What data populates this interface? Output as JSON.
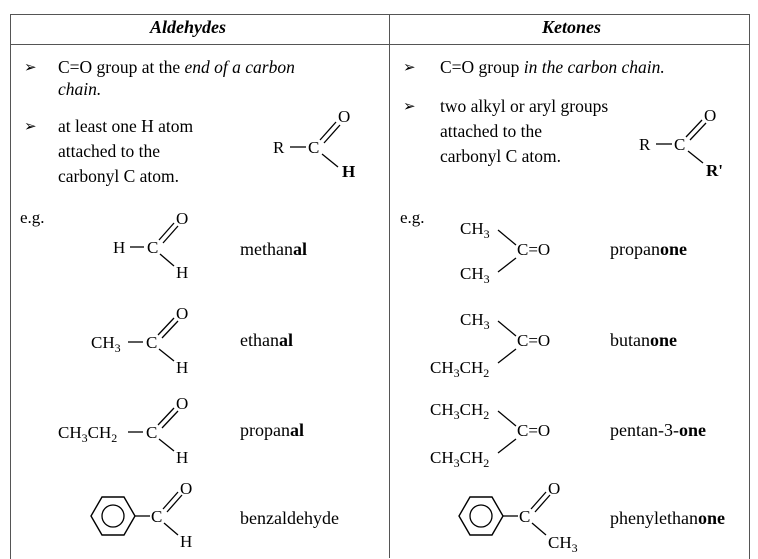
{
  "headers": {
    "left": "Aldehydes",
    "right": "Ketones"
  },
  "bullet_glyph": "➢",
  "aldehydes": {
    "point1": {
      "plain": "C=O group at the ",
      "italic": "end of a carbon",
      "italic2": "chain."
    },
    "point2": {
      "line1": "at least one H atom",
      "line2": "attached to the",
      "line3": "carbonyl C atom."
    },
    "general": {
      "r": "R",
      "c": "C",
      "o": "O",
      "h": "H"
    },
    "eg": "e.g.",
    "examples": [
      {
        "formula_left": "H",
        "c": "C",
        "o": "O",
        "h": "H",
        "name_plain": "methan",
        "name_bold": "al"
      },
      {
        "formula_left": "CH",
        "formula_sub": "3",
        "c": "C",
        "o": "O",
        "h": "H",
        "name_plain": "ethan",
        "name_bold": "al"
      },
      {
        "formula_left": "CH",
        "formula_sub": "3",
        "formula_left2": "CH",
        "formula_sub2": "2",
        "c": "C",
        "o": "O",
        "h": "H",
        "name_plain": "propan",
        "name_bold": "al"
      },
      {
        "c": "C",
        "o": "O",
        "h": "H",
        "name_plain": "benzaldehyde",
        "name_bold": ""
      }
    ]
  },
  "ketones": {
    "point1": {
      "plain": "C=O group ",
      "italic": "in the carbon chain."
    },
    "point2": {
      "line1": "two alkyl or aryl groups",
      "line2": "attached to the",
      "line3": "carbonyl C atom."
    },
    "general": {
      "r": "R",
      "c": "C",
      "o": "O",
      "r2": "R'"
    },
    "eg": "e.g.",
    "examples": [
      {
        "top": "CH",
        "top_sub": "3",
        "bottom": "CH",
        "bottom_sub": "3",
        "co": "C=O",
        "name_plain": "propan",
        "name_bold": "one"
      },
      {
        "top": "CH",
        "top_sub": "3",
        "bottom": "CH",
        "bottom_sub": "3",
        "bottom2": "CH",
        "bottom_sub2": "2",
        "co": "C=O",
        "name_plain": "butan",
        "name_bold": "one"
      },
      {
        "top": "CH",
        "top_sub": "3",
        "top2": "CH",
        "top_sub2": "2",
        "bottom": "CH",
        "bottom_sub": "3",
        "bottom2": "CH",
        "bottom_sub2": "2",
        "co": "C=O",
        "name_plain": "pentan-3-",
        "name_bold": "one"
      },
      {
        "c": "C",
        "o": "O",
        "ch": "CH",
        "ch_sub": "3",
        "name_plain": "phenylethan",
        "name_bold": "one"
      }
    ]
  }
}
